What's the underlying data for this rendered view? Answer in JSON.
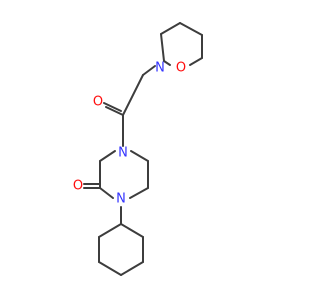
{
  "molecule": {
    "line_color": "#3d3d3d",
    "nitrogen_color": "#3333ff",
    "oxygen_color": "#ff0d0d",
    "atoms": {
      "amide_n_top": "N",
      "amide_n_bottom": "N",
      "ring_n_oxazinane": "N",
      "ring_o_oxazinane": "O",
      "carbonyl_o_top": "O",
      "carbonyl_o_lactam": "O"
    }
  }
}
